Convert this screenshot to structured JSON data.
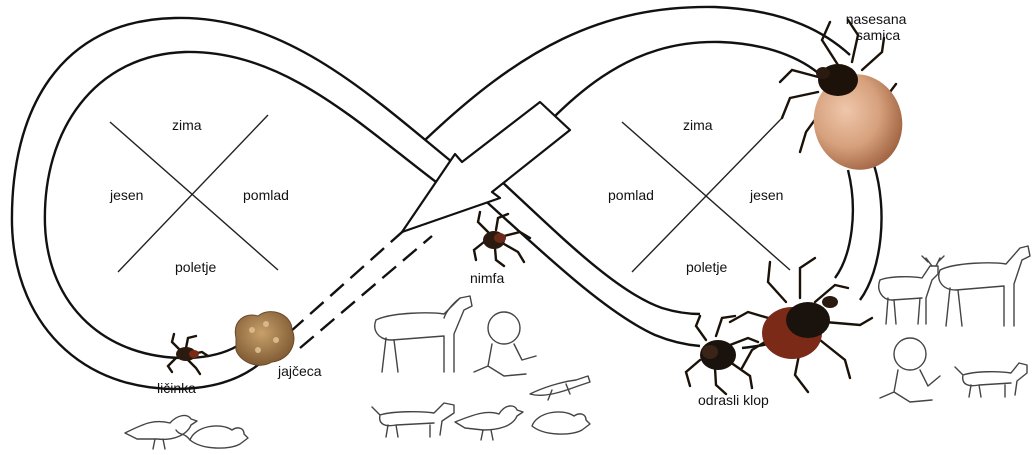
{
  "left_loop": {
    "seasons": {
      "top": "zima",
      "left": "jesen",
      "right": "pomlad",
      "bottom": "poletje"
    }
  },
  "right_loop": {
    "seasons": {
      "top": "zima",
      "left": "pomlad",
      "right": "jesen",
      "bottom": "poletje"
    }
  },
  "stages": {
    "larva": "ličinka",
    "eggs": "jajčeca",
    "nymph": "nimfa",
    "adult": "odrasli klop",
    "engorged_female": "nasesana\nsamica"
  },
  "colors": {
    "line": "#111111",
    "tick_body": "#2a1a10",
    "engorged_body": "#c98f6d",
    "egg_mass": "#a57a45",
    "sketch": "#444444"
  },
  "icons": {
    "host_animals_larva": [
      "bird-icon",
      "mouse-icon"
    ],
    "host_animals_nymph": [
      "horse-icon",
      "child-icon",
      "dog-icon",
      "bird-icon",
      "mouse-icon",
      "lizard-icon"
    ],
    "host_animals_adult": [
      "deer-icon",
      "horse-icon",
      "child-icon",
      "dog-icon"
    ]
  }
}
